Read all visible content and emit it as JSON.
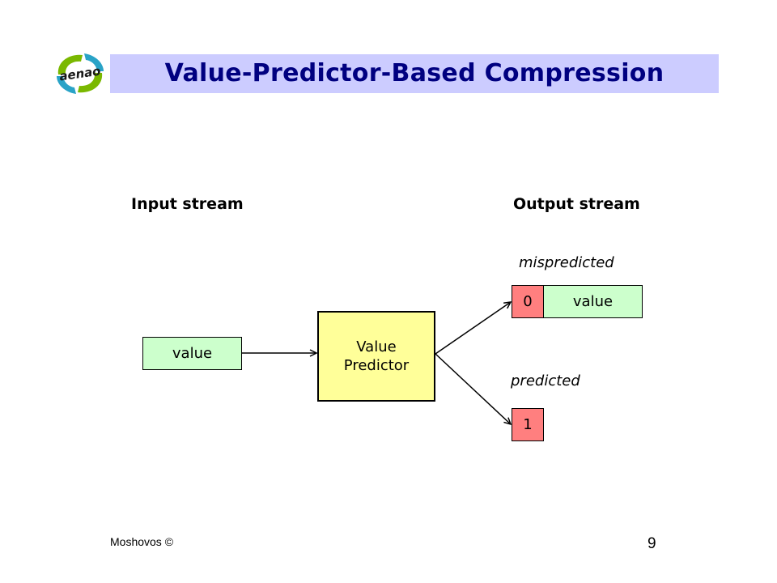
{
  "slide": {
    "title": "Value-Predictor-Based Compression",
    "logo_text": "aenao",
    "input_heading": "Input stream",
    "output_heading": "Output stream",
    "input_value_label": "value",
    "predictor_line1": "Value",
    "predictor_line2": "Predictor",
    "mispredicted_label": "mispredicted",
    "mispredicted_bit": "0",
    "output_value_label": "value",
    "predicted_label": "predicted",
    "predicted_bit": "1",
    "footer": "Moshovos ©",
    "page_number": "9"
  },
  "colors": {
    "title_bar": "#ccccff",
    "title_text": "#000080",
    "value_box": "#ccffcc",
    "predictor_box": "#ffff99",
    "bit_box": "#ff7f7f",
    "logo_green": "#7ab800",
    "logo_blue": "#29a3c7"
  },
  "icons": {
    "logo": "aenao-logo-icon"
  }
}
